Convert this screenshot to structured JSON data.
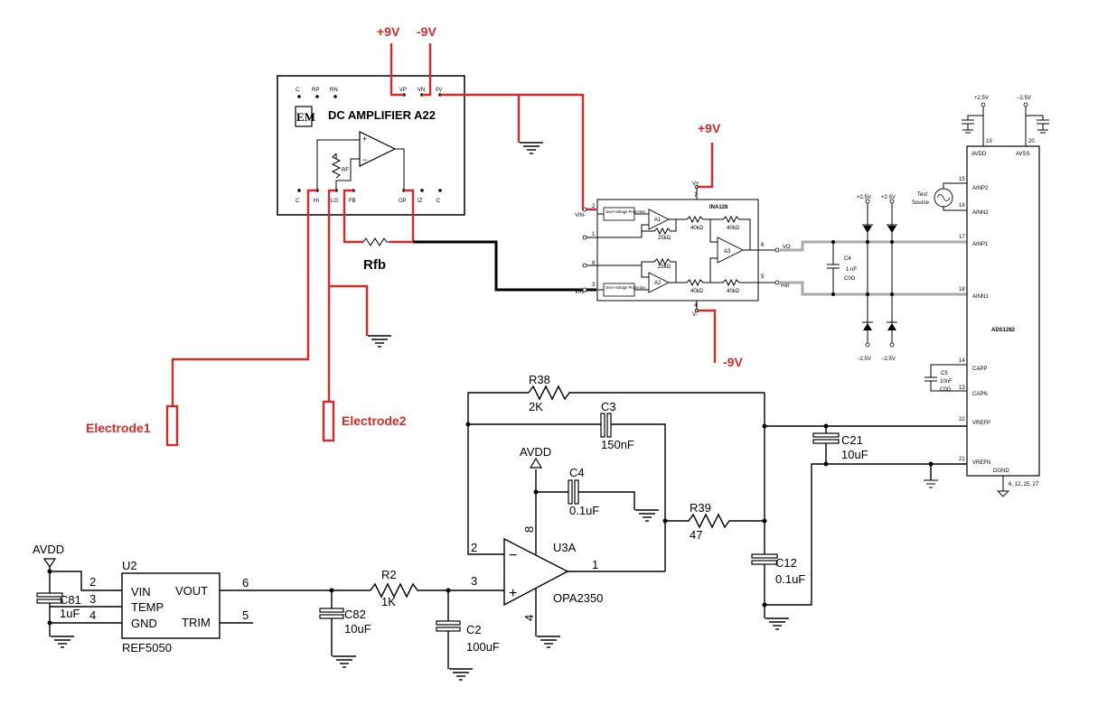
{
  "supplies": {
    "top_pos": "+9V",
    "top_neg": "-9V",
    "ina_pos": "+9V",
    "ina_neg": "-9V"
  },
  "dc_amp": {
    "logo": "EM",
    "title": "DC AMPLIFIER  A22",
    "pins_top": [
      "C",
      "RP",
      "RN",
      "VP",
      "VN",
      "0V"
    ],
    "pins_bottom": [
      "C",
      "HI",
      "LO",
      "FB",
      "OP",
      "IZ",
      "C"
    ],
    "rf_label": "RF"
  },
  "rfb_label": "Rfb",
  "electrodes": [
    "Electrode1",
    "Electrode2"
  ],
  "ina128": {
    "name": "INA128",
    "ovp1": "Over-Voltage Protection",
    "ovp2": "Over-Voltage Protection",
    "a1": "A1",
    "a2": "A2",
    "a3": "A3",
    "r25a": "25kΩ",
    "r25b": "25kΩ",
    "r40a": "40kΩ",
    "r40b": "40kΩ",
    "r40c": "40kΩ",
    "r40d": "40kΩ",
    "vin_minus": "VIN-",
    "vin_plus": "VIN+",
    "vplus": "V+",
    "vminus": "V-",
    "vo": "VO",
    "ref": "Ref",
    "pin_vp": "7",
    "pin_in_m": "2",
    "pin_rg1": "1",
    "pin_rg8": "8",
    "pin_in_p": "3",
    "pin_vm": "4",
    "pin_out": "6",
    "pin_ref": "5"
  },
  "ads": {
    "name": "ADS1282",
    "avdd_supply": "+2.5V",
    "avss_supply": "−2.5V",
    "pin19": "19",
    "pin20": "20",
    "avdd": "AVDD",
    "avss": "AVSS",
    "test_source": [
      "Test",
      "Source"
    ],
    "ainp2": "AINP2",
    "ainn2": "AINN2",
    "ainp1": "AINP1",
    "ainn1": "AINN1",
    "capp": "CAPP",
    "capn": "CAPN",
    "vrefp": "VREFP",
    "vrefn": "VREFN",
    "dgnd": "DGND",
    "dgnd_pins": "6, 12, 25, 27",
    "p15": "15",
    "p16": "16",
    "p17": "17",
    "p18": "18",
    "p14": "14",
    "p13": "13",
    "p22": "22",
    "p21": "21",
    "c4_name": "C4",
    "c4_value": "1 nF",
    "c4_type": "C0G",
    "c5_name": "C5",
    "c5_value": "10nF",
    "c5_type": "C0G",
    "diode_labels": [
      "+2.5V",
      "+2.5V",
      "−2.5V",
      "−2.5V"
    ]
  },
  "ref_circuit": {
    "r38": {
      "name": "R38",
      "value": "2K"
    },
    "c3": {
      "name": "C3",
      "value": "150nF"
    },
    "avdd_opamp": "AVDD",
    "c4": {
      "name": "C4",
      "value": "0.1uF"
    },
    "r39": {
      "name": "R39",
      "value": "47"
    },
    "c21": {
      "name": "C21",
      "value": "10uF"
    },
    "c12": {
      "name": "C12",
      "value": "0.1uF"
    },
    "u3a": "U3A",
    "opa": "OPA2350",
    "pin8": "8",
    "pin4": "4",
    "pin2": "2",
    "pin3": "3",
    "pin1": "1",
    "r2": {
      "name": "R2",
      "value": "1K"
    },
    "c2": {
      "name": "C2",
      "value": "100uF"
    },
    "c82": {
      "name": "C82",
      "value": "10uF"
    },
    "u2": "U2",
    "ref5050": "REF5050",
    "vin": "VIN",
    "temp": "TEMP",
    "gnd": "GND",
    "vout": "VOUT",
    "trim": "TRIM",
    "pins_left": [
      "2",
      "3",
      "4"
    ],
    "pins_right": [
      "6",
      "5"
    ],
    "avdd_ref": "AVDD",
    "c81": {
      "name": "C81",
      "value": "1uF"
    }
  },
  "colors": {
    "red_wire": "#d42a2a",
    "ina_output_wire": "#aaaaaa"
  }
}
